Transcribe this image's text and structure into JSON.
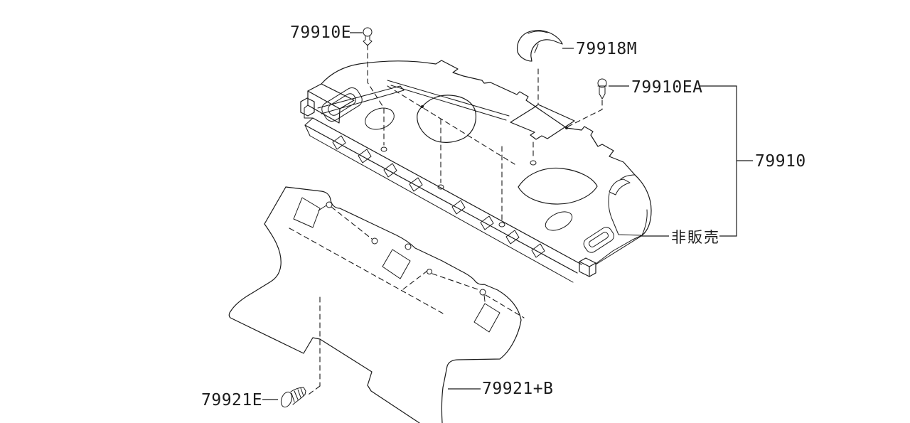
{
  "diagram_type": "exploded-parts-line-drawing",
  "labels": {
    "p79910e": "79910E",
    "p79918m": "79918M",
    "p79910ea": "79910EA",
    "p79910": "79910",
    "not_for_sale": "非販売",
    "p79921e": "79921E",
    "p79921b": "79921+B"
  },
  "icons": {
    "clip_pin": "round-head push pin clip (top view)",
    "clip_screw": "round-head clip screw (front view)",
    "tapping_screw": "tapping screw (side view)"
  },
  "colors": {
    "line": "#1a1a1a",
    "text": "#1c1c1c",
    "background": "#ffffff"
  }
}
